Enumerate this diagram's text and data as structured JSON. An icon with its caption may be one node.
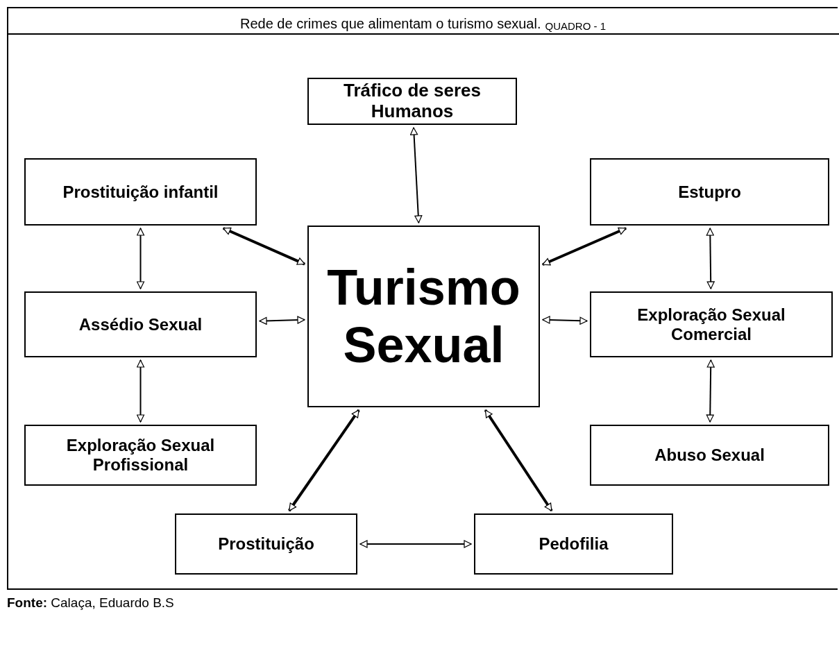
{
  "diagram": {
    "title": "Rede de crimes que alimentam o turismo sexual.",
    "caption": "**Fonte:** Calaça, Eduardo B.S",
    "nodes": [
      {
        "text": [
          "Tráfico  de seres Humanos"
        ]
      },
      {
        "text": [
          "Prostituição infantil"
        ]
      },
      {
        "text": [
          "Estupro"
        ]
      },
      {
        "text": [
          "Turismo Sexual"
        ]
      },
      {
        "text": [
          "Assédio Sexual"
        ]
      },
      {
        "text": [
          "Exploração Sexual Comercial"
        ]
      },
      {
        "text": [
          "Exploração Sexual Profissional"
        ]
      },
      {
        "text": [
          "Abuso Sexual"
        ]
      },
      {
        "text": [
          "Prostituição"
        ]
      },
      {
        "text": [
          "Pedofilia"
        ]
      }
    ],
    "edges": [
      {
        "from": 0,
        "to": 3,
        "arrow": "both"
      },
      {
        "from": 3,
        "to": 1,
        "arrow": "both",
        "style": "thick"
      },
      {
        "from": 3,
        "to": 2,
        "arrow": "both",
        "style": "thick"
      },
      {
        "from": 1,
        "to": 4,
        "arrow": "both"
      },
      {
        "from": 2,
        "to": 5,
        "arrow": "both"
      },
      {
        "from": 4,
        "to": 3,
        "arrow": "both"
      },
      {
        "from": 3,
        "to": 5,
        "arrow": "both"
      },
      {
        "from": 4,
        "to": 6,
        "arrow": "both"
      },
      {
        "from": 5,
        "to": 7,
        "arrow": "both"
      },
      {
        "from": 3,
        "to": 8,
        "arrow": "both",
        "style": "thick"
      },
      {
        "from": 3,
        "to": 9,
        "arrow": "both",
        "style": "thick"
      },
      {
        "from": 8,
        "to": 9,
        "arrow": "both"
      }
    ],
    "labels": [
      "QUADRO - 1"
    ]
  }
}
